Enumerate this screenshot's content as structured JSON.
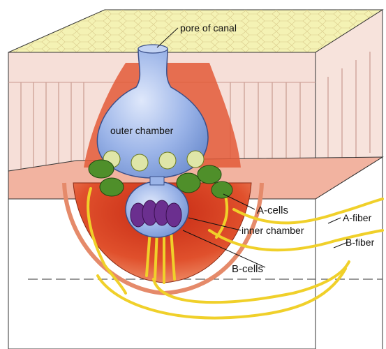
{
  "labels": {
    "pore": "pore of canal",
    "outer_chamber": "outer chamber",
    "a_cells": "A-cells",
    "inner_chamber": "inner chamber",
    "b_cells": "B-cells",
    "a_fiber": "A-fiber",
    "b_fiber": "B-fiber"
  },
  "colors": {
    "chamber_blue": "#9bb4e8",
    "cell_green": "#4f8f2a",
    "b_cell_purple": "#6b2f8f",
    "tissue_red": "#e0502c",
    "nerve_yellow": "#f0d02a",
    "surface_yellow": "#f4f2b4"
  }
}
